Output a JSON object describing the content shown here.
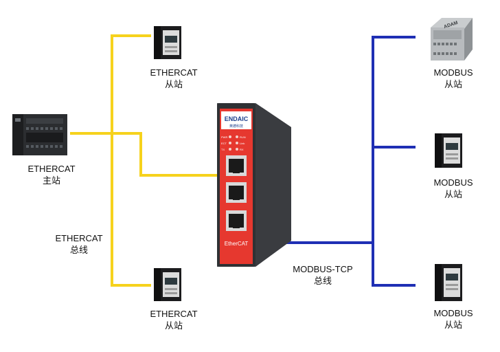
{
  "colors": {
    "ethercat_bus": "#f6d21c",
    "modbus_bus": "#1f2fb4",
    "gateway_body": "#e6382f",
    "gateway_side": "#4a4d52"
  },
  "icons": {
    "master": "plc-controller-icon",
    "ethercat_slave": "servo-drive-icon",
    "modbus_io": "adam-io-module-icon",
    "modbus_slave": "servo-drive-icon",
    "gateway": "ethercat-modbus-gateway-icon"
  },
  "gateway": {
    "brand": "ENDAIC",
    "brand_sub": "英德科技",
    "model_label": "EtherCAT",
    "leds_left": [
      "PWR",
      "ECT",
      "TX"
    ],
    "leds_right": [
      "RUN",
      "Link",
      "RX"
    ]
  },
  "labels": {
    "ethercat_master": {
      "line1": "ETHERCAT",
      "line2": "主站"
    },
    "ethercat_slave_top": {
      "line1": "ETHERCAT",
      "line2": "从站"
    },
    "ethercat_slave_bottom": {
      "line1": "ETHERCAT",
      "line2": "从站"
    },
    "ethercat_bus": {
      "line1": "ETHERCAT",
      "line2": "总线"
    },
    "modbus_tcp_bus": {
      "line1": "MODBUS-TCP",
      "line2": "总线"
    },
    "modbus_slave_1": {
      "line1": "MODBUS",
      "line2": "从站"
    },
    "modbus_slave_2": {
      "line1": "MODBUS",
      "line2": "从站"
    },
    "modbus_slave_3": {
      "line1": "MODBUS",
      "line2": "从站"
    }
  },
  "module_text": "ADAM"
}
